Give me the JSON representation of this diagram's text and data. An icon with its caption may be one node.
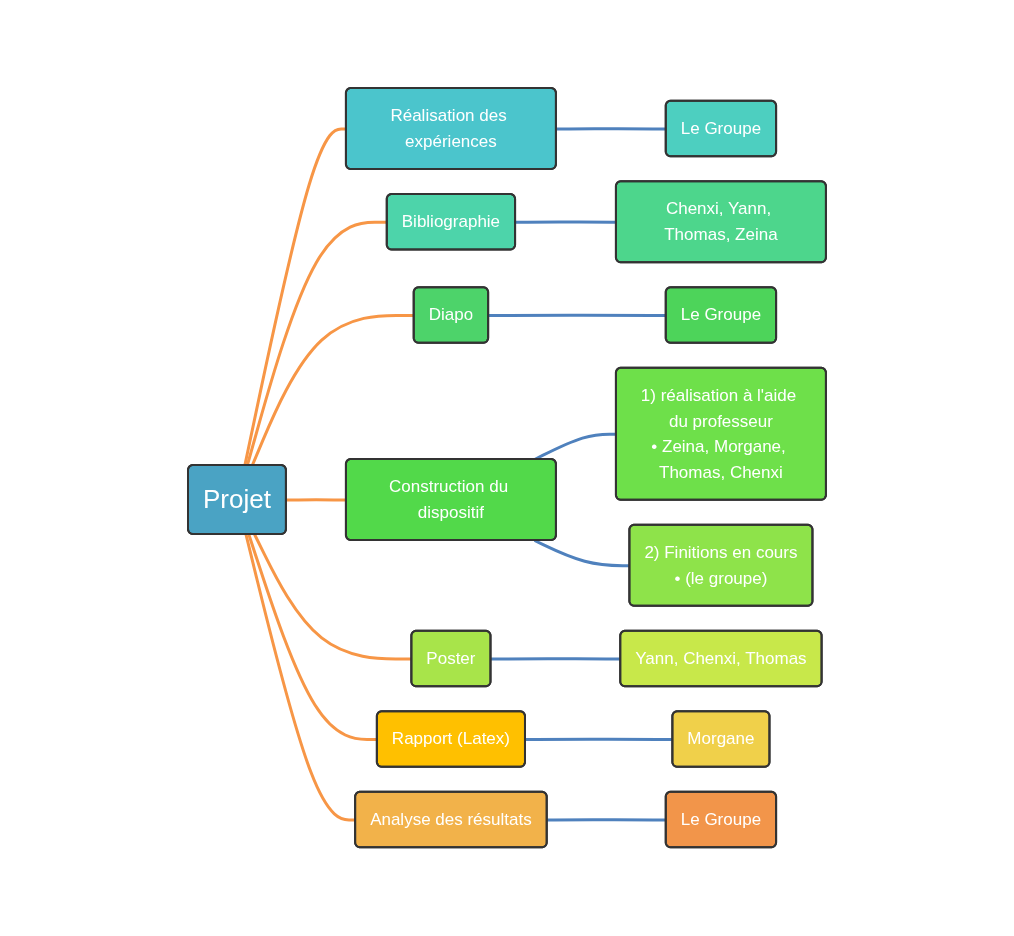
{
  "diagram": {
    "nodes": [
      {
        "text": [
          "Projet"
        ]
      },
      {
        "text": [
          "Réalisation des expériences"
        ]
      },
      {
        "text": [
          "Le Groupe"
        ]
      },
      {
        "text": [
          "Bibliographie"
        ]
      },
      {
        "text": [
          "Chenxi, Yann, Thomas, Zeina"
        ]
      },
      {
        "text": [
          "Diapo"
        ]
      },
      {
        "text": [
          "Le Groupe"
        ]
      },
      {
        "text": [
          "Construction du dispositif"
        ]
      },
      {
        "text": [
          "1) réalisation à l'aide du professeur",
          "• Zeina, Morgane, Thomas, Chenxi"
        ]
      },
      {
        "text": [
          "2) Finitions en cours",
          "• (le groupe)"
        ]
      },
      {
        "text": [
          "Poster"
        ]
      },
      {
        "text": [
          "Yann, Chenxi, Thomas"
        ]
      },
      {
        "text": [
          "Rapport (Latex)"
        ]
      },
      {
        "text": [
          "Morgane"
        ]
      },
      {
        "text": [
          "Analyse des résultats"
        ]
      },
      {
        "text": [
          "Le Groupe"
        ]
      }
    ],
    "edges": [
      {
        "from": 0,
        "to": 1,
        "arrow": "none",
        "color": "#f79646"
      },
      {
        "from": 1,
        "to": 2,
        "arrow": "none"
      },
      {
        "from": 0,
        "to": 3,
        "arrow": "none",
        "color": "#f79646"
      },
      {
        "from": 3,
        "to": 4,
        "arrow": "none"
      },
      {
        "from": 0,
        "to": 5,
        "arrow": "none",
        "color": "#f79646"
      },
      {
        "from": 5,
        "to": 6,
        "arrow": "none"
      },
      {
        "from": 0,
        "to": 7,
        "arrow": "none",
        "color": "#f79646"
      },
      {
        "from": 7,
        "to": 8,
        "arrow": "none"
      },
      {
        "from": 7,
        "to": 9,
        "arrow": "none"
      },
      {
        "from": 0,
        "to": 10,
        "arrow": "none",
        "color": "#f79646"
      },
      {
        "from": 10,
        "to": 11,
        "arrow": "none"
      },
      {
        "from": 0,
        "to": 12,
        "arrow": "none",
        "color": "#f79646"
      },
      {
        "from": 12,
        "to": 13,
        "arrow": "none"
      },
      {
        "from": 0,
        "to": 14,
        "arrow": "none",
        "color": "#f79646"
      },
      {
        "from": 14,
        "to": 15,
        "arrow": "none"
      }
    ]
  }
}
